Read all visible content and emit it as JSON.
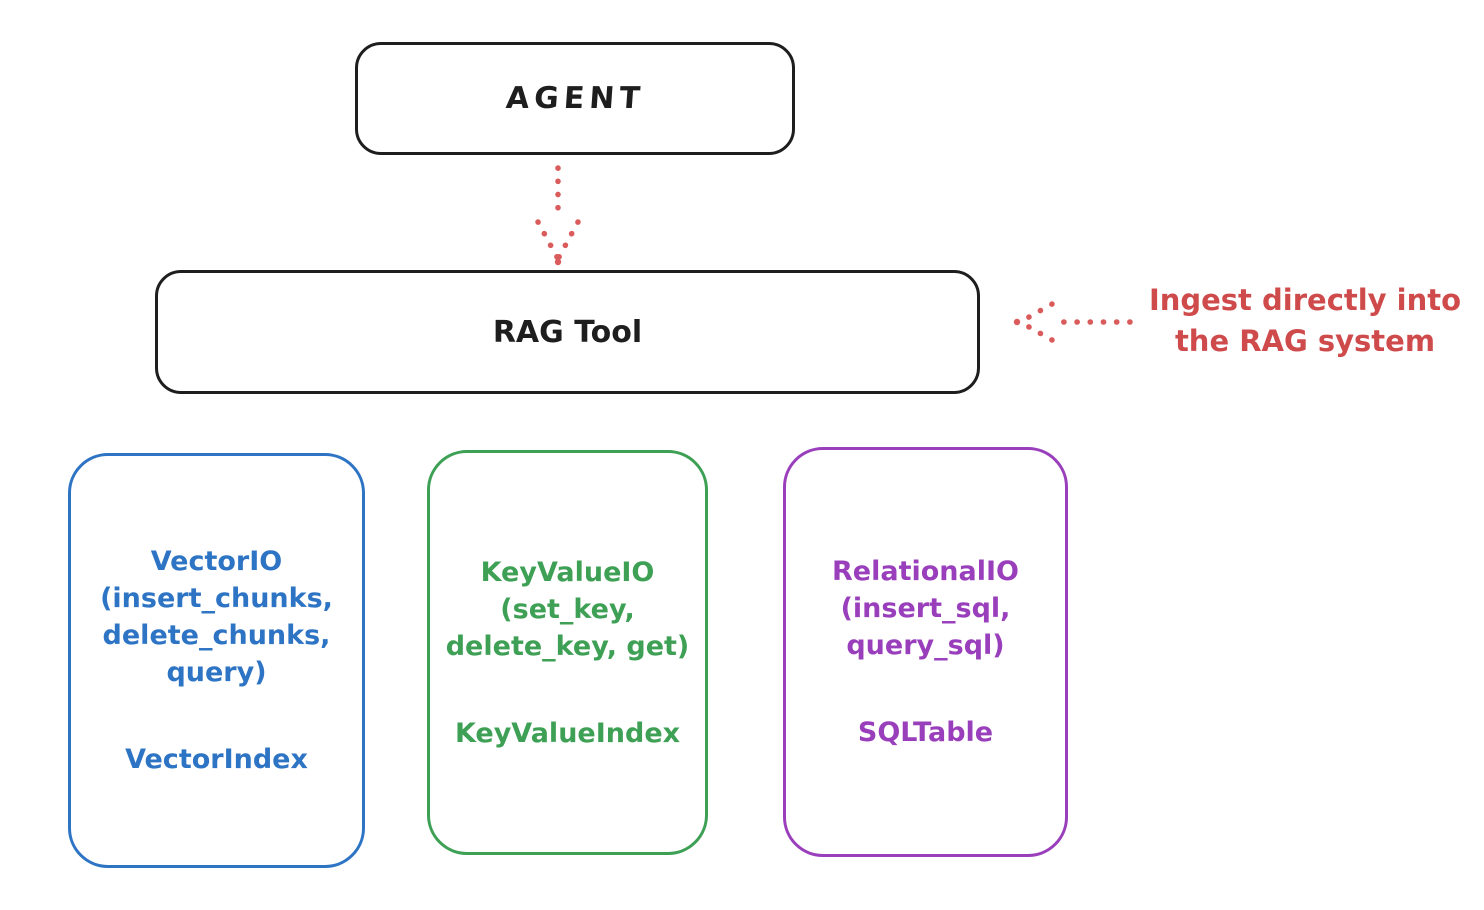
{
  "canvas": {
    "background": "#ffffff"
  },
  "agent": {
    "label": "AGENT"
  },
  "rag_tool": {
    "label": "RAG Tool"
  },
  "annotation": {
    "line1": "Ingest directly into",
    "line2": "the RAG system",
    "color": "#cf4b4b"
  },
  "arrows": {
    "agent_to_rag_tool": {
      "style": "dotted",
      "direction": "down",
      "color": "#d95b5b"
    },
    "annotation_to_rag_tool": {
      "style": "dotted",
      "direction": "left",
      "color": "#d95b5b"
    }
  },
  "storage_boxes": [
    {
      "title": "VectorIO",
      "params": [
        "(insert_chunks,",
        "delete_chunks,",
        "query)"
      ],
      "index_label": "VectorIndex",
      "color": "#2e74c4"
    },
    {
      "title": "KeyValueIO",
      "params": [
        "(set_key,",
        "delete_key, get)"
      ],
      "index_label": "KeyValueIndex",
      "color": "#3da055"
    },
    {
      "title": "RelationalIO",
      "params": [
        "(insert_sql,",
        "query_sql)"
      ],
      "index_label": "SQLTable",
      "color": "#9a3fbc"
    }
  ],
  "colors": {
    "node_stroke": "#1e1e1e",
    "arrow_red": "#d95b5b"
  }
}
